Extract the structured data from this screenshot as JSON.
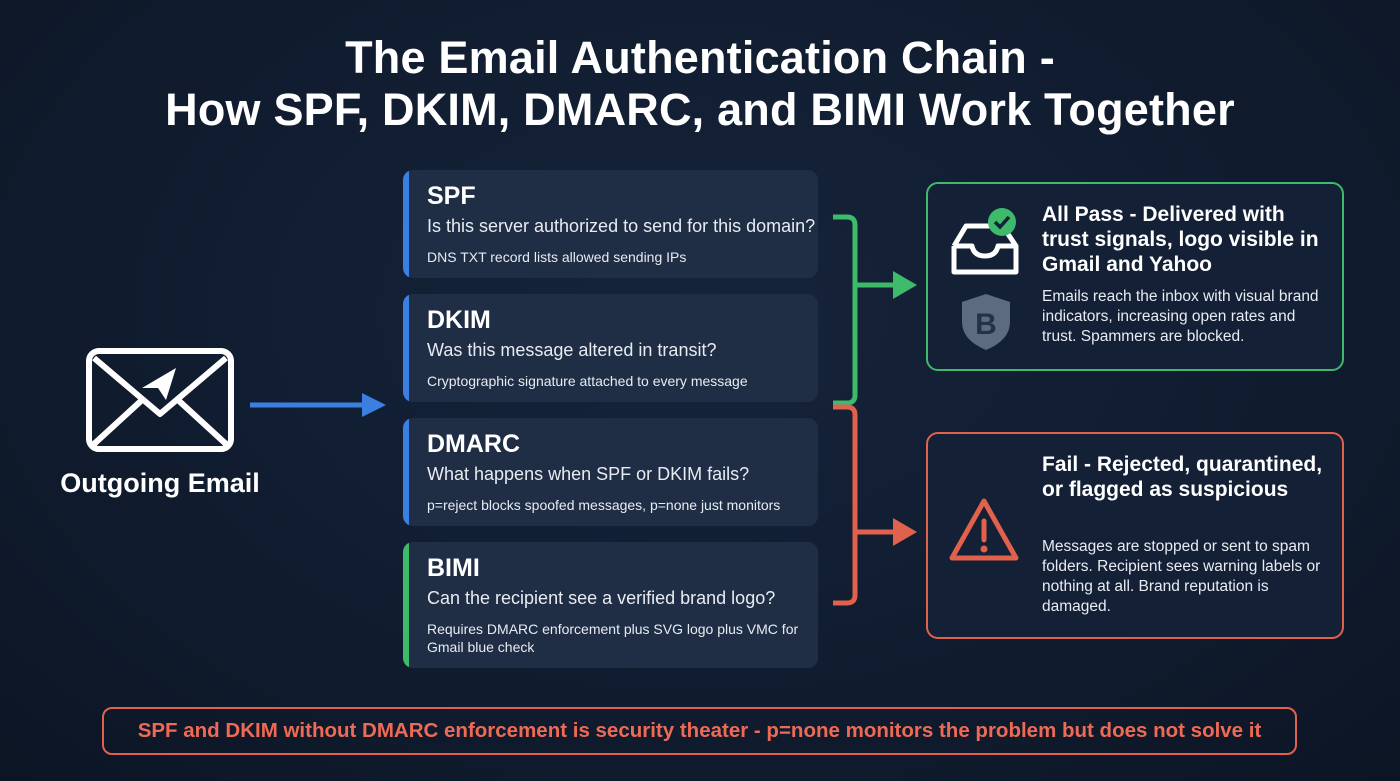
{
  "title": {
    "line1": "The Email Authentication Chain -",
    "line2": "How SPF, DKIM, DMARC, and BIMI Work Together"
  },
  "source": {
    "label": "Outgoing Email",
    "icon": "envelope-icon"
  },
  "colors": {
    "blue": "#3b7fe0",
    "green": "#3dba6a",
    "red": "#e0614c",
    "card": "#1f2d45"
  },
  "checks": [
    {
      "name": "SPF",
      "question": "Is this server authorized to send for this domain?",
      "detail": "DNS TXT record lists allowed sending IPs"
    },
    {
      "name": "DKIM",
      "question": "Was this message altered in transit?",
      "detail": "Cryptographic signature attached to every message"
    },
    {
      "name": "DMARC",
      "question": "What happens when SPF or DKIM fails?",
      "detail": "p=reject blocks spoofed messages, p=none just monitors"
    },
    {
      "name": "BIMI",
      "question": "Can the recipient see a verified brand logo?",
      "detail": "Requires DMARC enforcement plus SVG logo plus VMC for Gmail blue check"
    }
  ],
  "outcomes": {
    "pass": {
      "heading": "All Pass - Delivered with trust signals, logo visible in Gmail and Yahoo",
      "detail": "Emails reach the inbox with visual brand indicators, increasing open rates and trust. Spammers are blocked.",
      "icons": [
        "inbox-check-icon",
        "brand-shield-icon"
      ]
    },
    "fail": {
      "heading": "Fail - Rejected, quarantined, or flagged as suspicious",
      "detail": "Messages are stopped or sent to spam folders. Recipient sees warning labels or nothing at all. Brand reputation is damaged.",
      "icons": [
        "warning-icon"
      ]
    }
  },
  "footer": "SPF and DKIM without DMARC enforcement is security theater - p=none monitors the problem but does not solve it"
}
